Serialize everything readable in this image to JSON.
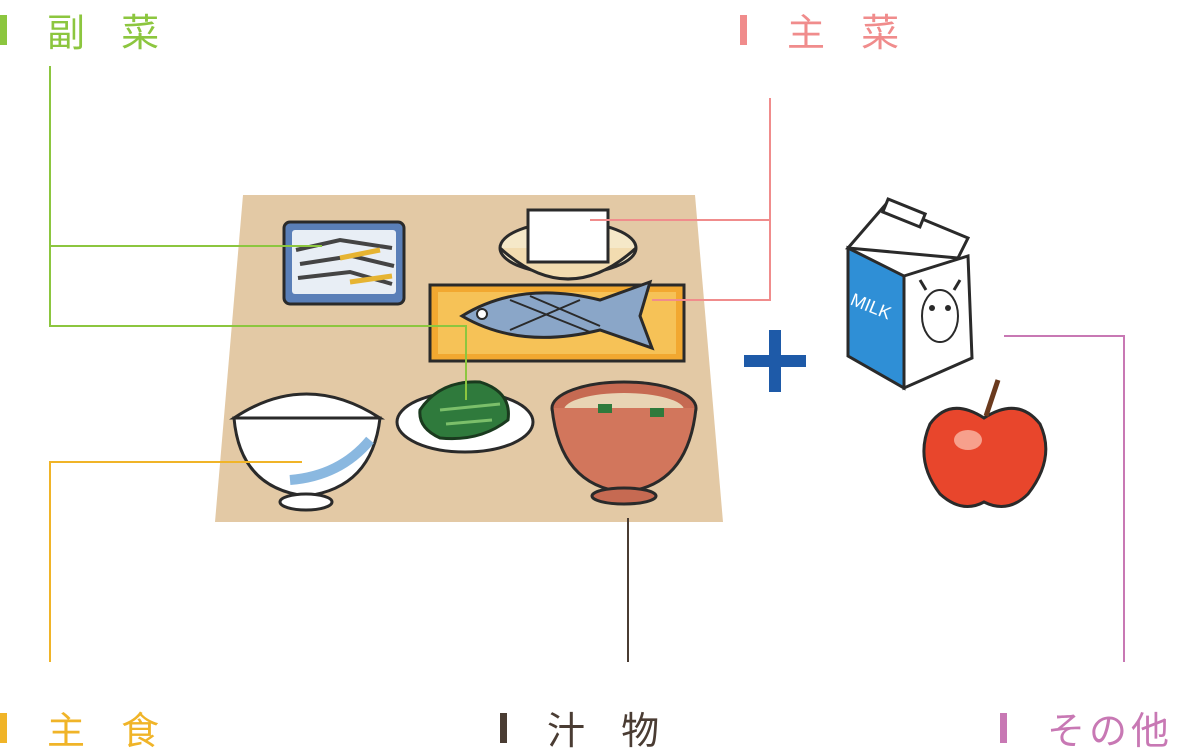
{
  "labels": {
    "fukusai": "副 菜",
    "shusai": "主 菜",
    "shushoku": "主 食",
    "shirumono": "汁 物",
    "sonota": "その他"
  },
  "milk_text": "MILK",
  "colors": {
    "fukusai": "#8cc63f",
    "shusai": "#f08c8c",
    "shushoku": "#f0b428",
    "shirumono": "#4a3c33",
    "sonota": "#c878b4",
    "plus": "#1e5aa8",
    "tray": "#e3c9a5"
  }
}
